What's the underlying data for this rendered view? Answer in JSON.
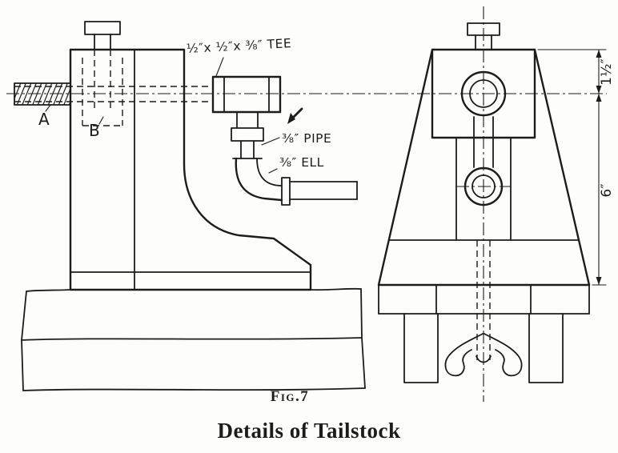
{
  "figure": {
    "fig_label": "Fig.7",
    "caption": "Details of Tailstock"
  },
  "side_view": {
    "label_a": "A",
    "label_b": "B",
    "tee_label": "½″x ½″x ⅜″ TEE",
    "pipe_label": "⅜″ PIPE",
    "ell_label": "⅜″ ELL"
  },
  "front_view": {
    "dim_upper": "1½″",
    "dim_lower": "6″"
  },
  "colors": {
    "ink": "#1c1c1c",
    "paper": "#fdfdfb"
  }
}
